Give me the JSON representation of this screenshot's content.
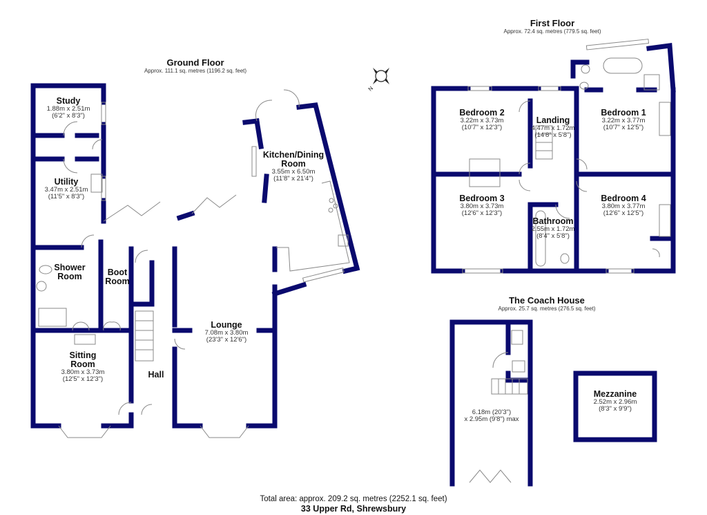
{
  "floors": {
    "ground": {
      "title": "Ground Floor",
      "area": "Approx. 111.1 sq. metres (1196.2 sq. feet)"
    },
    "first": {
      "title": "First Floor",
      "area": "Approx. 72.4 sq. metres (779.5 sq. feet)"
    },
    "coach": {
      "title": "The Coach House",
      "area": "Approx. 25.7 sq. metres (276.5 sq. feet)"
    }
  },
  "rooms": {
    "study": {
      "name": "Study",
      "metric": "1.88m x 2.51m",
      "imperial": "(6'2\" x 8'3\")"
    },
    "utility": {
      "name": "Utility",
      "metric": "3.47m x 2.51m",
      "imperial": "(11'5\" x 8'3\")"
    },
    "shower": {
      "name1": "Shower",
      "name2": "Room"
    },
    "boot": {
      "name1": "Boot",
      "name2": "Room"
    },
    "sitting": {
      "name1": "Sitting",
      "name2": "Room",
      "metric": "3.80m x 3.73m",
      "imperial": "(12'5\" x 12'3\")"
    },
    "hall": {
      "name": "Hall"
    },
    "lounge": {
      "name": "Lounge",
      "metric": "7.08m x 3.80m",
      "imperial": "(23'3\" x 12'6\")"
    },
    "kitchen": {
      "name1": "Kitchen/Dining",
      "name2": "Room",
      "metric": "3.55m x 6.50m",
      "imperial": "(11'8\" x 21'4\")"
    },
    "bedroom1": {
      "name": "Bedroom 1",
      "metric": "3.22m x 3.77m",
      "imperial": "(10'7\" x 12'5\")"
    },
    "bedroom2": {
      "name": "Bedroom 2",
      "metric": "3.22m x 3.73m",
      "imperial": "(10'7\" x 12'3\")"
    },
    "bedroom3": {
      "name": "Bedroom 3",
      "metric": "3.80m x 3.73m",
      "imperial": "(12'6\" x 12'3\")"
    },
    "bedroom4": {
      "name": "Bedroom 4",
      "metric": "3.80m x 3.77m",
      "imperial": "(12'6\" x 12'5\")"
    },
    "landing": {
      "name": "Landing",
      "metric": "4.47m x 1.72m",
      "imperial": "(14'8\" x 5'8\")"
    },
    "bathroom": {
      "name": "Bathroom",
      "metric": "2.55m x 1.72m",
      "imperial": "(8'4\" x 5'8\")"
    },
    "coach_main": {
      "line1": "6.18m (20'3\")",
      "line2": "x 2.95m (9'8\") max"
    },
    "mezzanine": {
      "name": "Mezzanine",
      "metric": "2.52m x 2.96m",
      "imperial": "(8'3\" x 9'9\")"
    }
  },
  "compass": {
    "label": "N",
    "icon": "compass-icon"
  },
  "footer": {
    "total": "Total area: approx. 209.2 sq. metres (2252.1 sq. feet)",
    "address": "33 Upper Rd, Shrewsbury"
  },
  "colors": {
    "wall": "#0a0a6e",
    "fixture": "#888888",
    "text": "#111111"
  }
}
